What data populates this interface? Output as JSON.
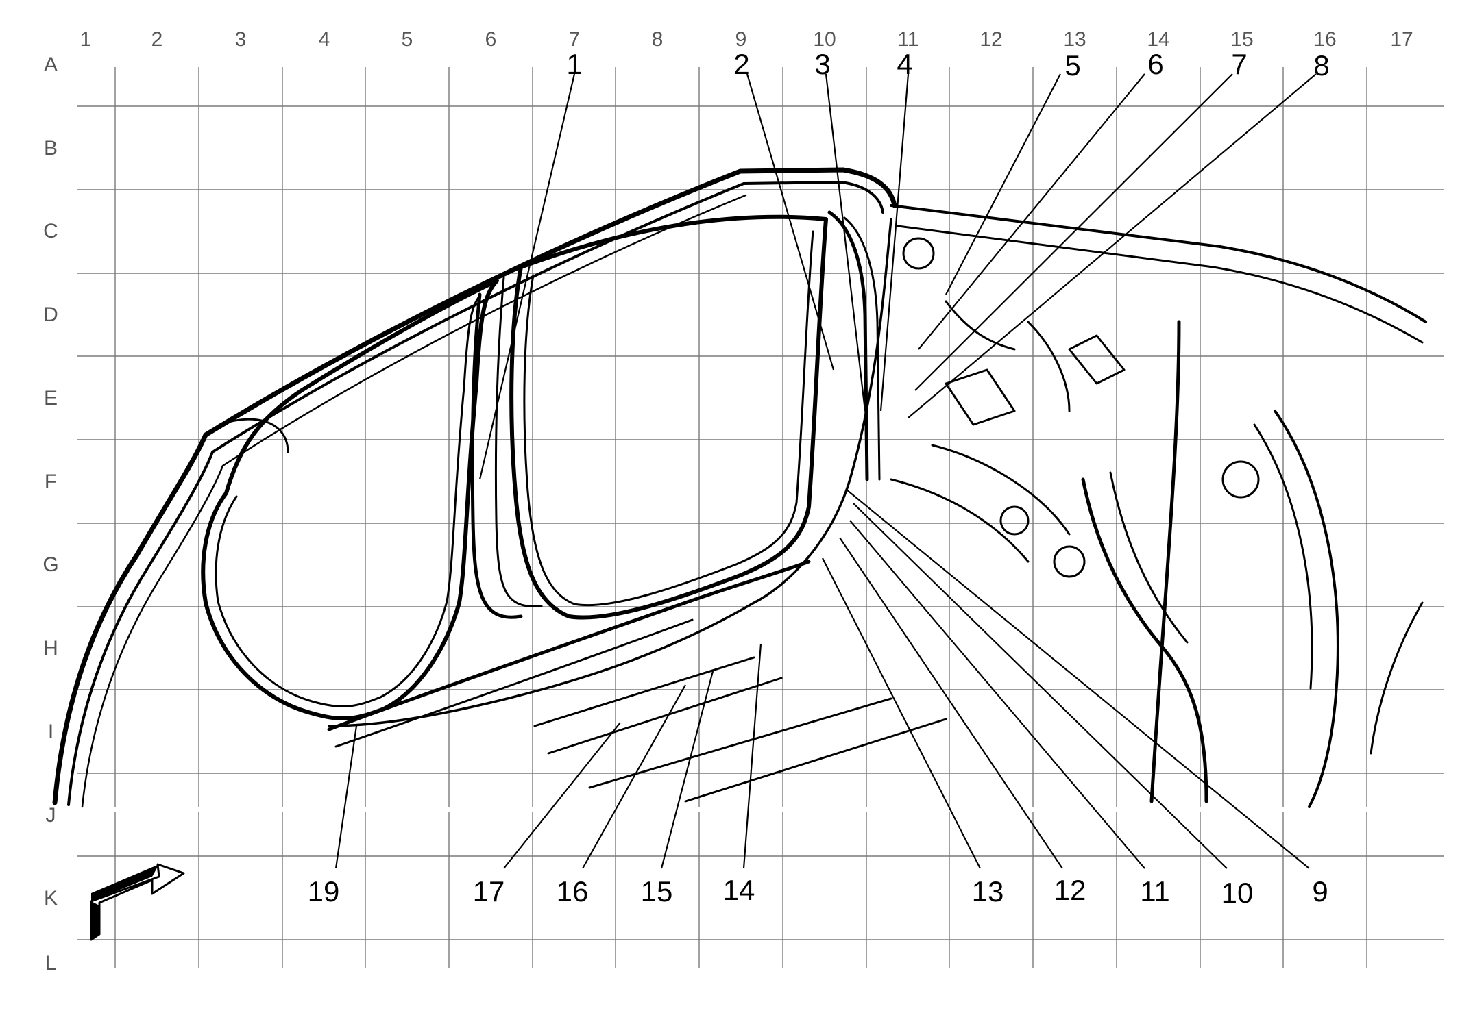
{
  "grid": {
    "columns": [
      "1",
      "2",
      "3",
      "4",
      "5",
      "6",
      "7",
      "8",
      "9",
      "10",
      "11",
      "12",
      "13",
      "14",
      "15",
      "16",
      "17"
    ],
    "rows": [
      "A",
      "B",
      "C",
      "D",
      "E",
      "F",
      "G",
      "H",
      "I",
      "J",
      "K",
      "L"
    ]
  },
  "callouts": {
    "top": [
      "1",
      "2",
      "3",
      "4",
      "5",
      "6",
      "7",
      "8"
    ],
    "bottom": [
      "19",
      "17",
      "16",
      "15",
      "14",
      "13",
      "12",
      "11",
      "10",
      "9"
    ]
  },
  "icons": {
    "orientation": "direction-arrow-icon"
  }
}
